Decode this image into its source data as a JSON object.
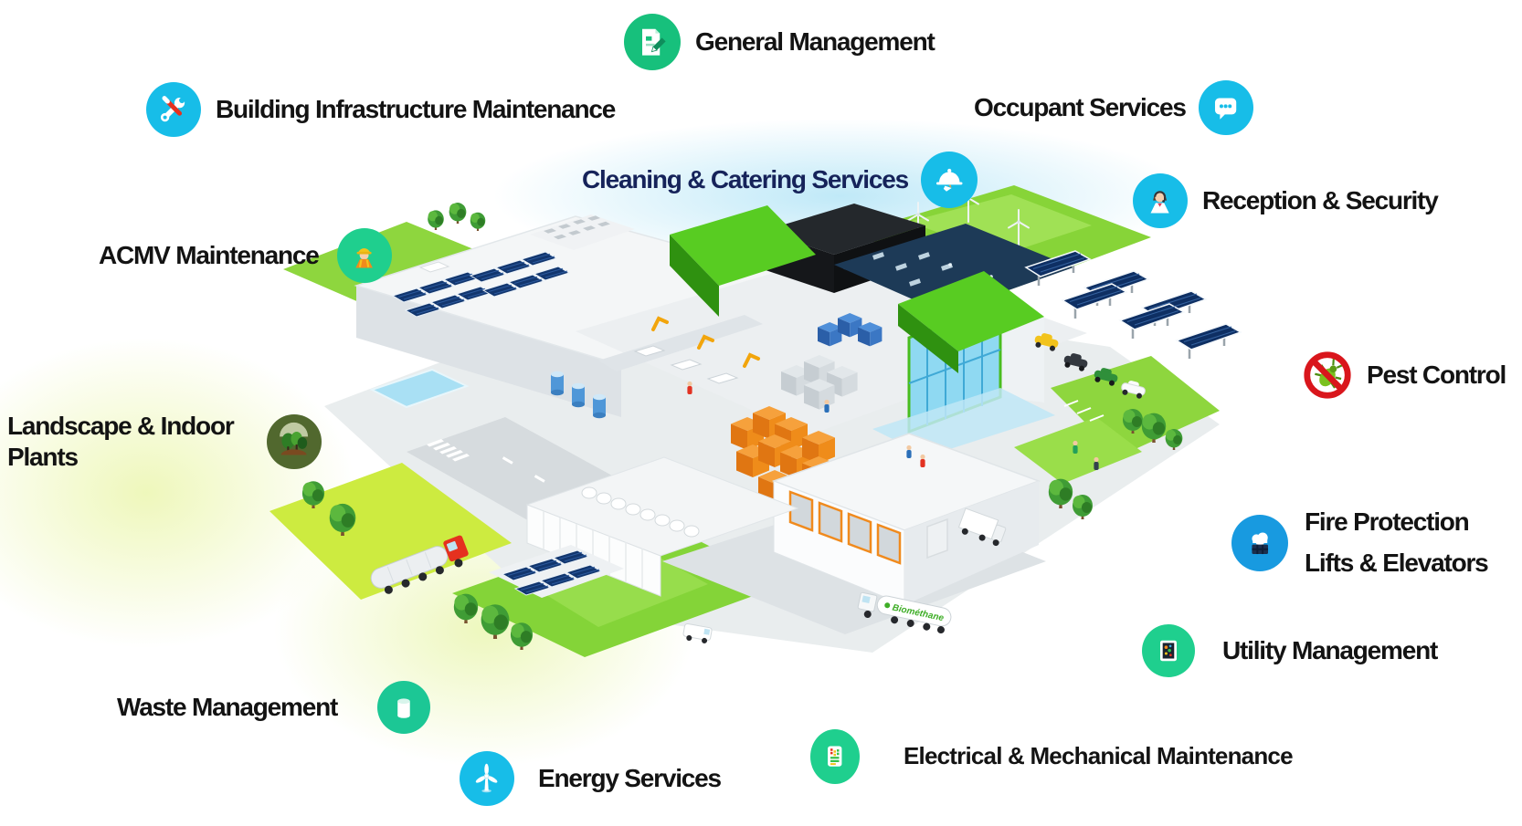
{
  "services": {
    "general": {
      "label": "General Management",
      "icon": "document-edit-icon"
    },
    "building": {
      "label": "Building Infrastructure Maintenance",
      "icon": "tools-icon"
    },
    "occupant": {
      "label": "Occupant Services",
      "icon": "chat-bubble-icon"
    },
    "cleaning": {
      "label": "Cleaning & Catering Services",
      "icon": "food-cloche-icon"
    },
    "reception": {
      "label": "Reception & Security",
      "icon": "receptionist-icon"
    },
    "acmv": {
      "label": "ACMV Maintenance",
      "icon": "maintenance-worker-icon"
    },
    "pest": {
      "label": "Pest Control",
      "icon": "no-pest-icon"
    },
    "landscape": {
      "label": "Landscape & Indoor Plants",
      "icon": "forest-icon"
    },
    "fire_lifts": {
      "label_line1": "Fire Protection",
      "label_line2": "Lifts & Elevators",
      "icon": "sprinkler-panel-icon"
    },
    "utility": {
      "label": "Utility Management",
      "icon": "utility-meter-icon"
    },
    "waste": {
      "label": "Waste Management",
      "icon": "waste-bin-icon"
    },
    "energy": {
      "label": "Energy Services",
      "icon": "wind-turbine-icon"
    },
    "electrical": {
      "label": "Electrical & Mechanical Maintenance",
      "icon": "electrical-panel-icon"
    }
  },
  "illustration": {
    "description": "Isometric industrial campus with solar roofs, green wedge roofs, glass atrium, wind turbines, warehouse docks, trucks and trees",
    "truck_label": "Biométhane"
  },
  "colors": {
    "teal_icon": "#17c07c",
    "green_icon": "#1fcf8e",
    "cyan_icon": "#17bde8",
    "blue_icon": "#189ae0",
    "waste_icon": "#1cc795",
    "label_text": "#131313",
    "cleaning_label_text": "#16235a",
    "pest_red": "#d9161c",
    "roof_green": "#58cc22",
    "solar_panel_navy": "#0e2f63",
    "lawn_green": "#86d438",
    "lime_green": "#cdeb40"
  }
}
